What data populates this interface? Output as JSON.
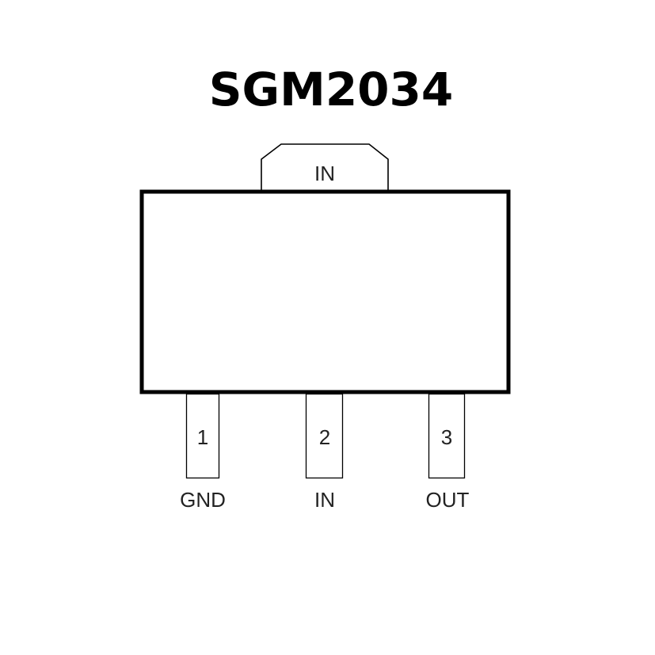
{
  "title": "SGM2034",
  "package": {
    "tab_label": "IN",
    "pins": [
      {
        "number": "1",
        "name": "GND"
      },
      {
        "number": "2",
        "name": "IN"
      },
      {
        "number": "3",
        "name": "OUT"
      }
    ]
  }
}
